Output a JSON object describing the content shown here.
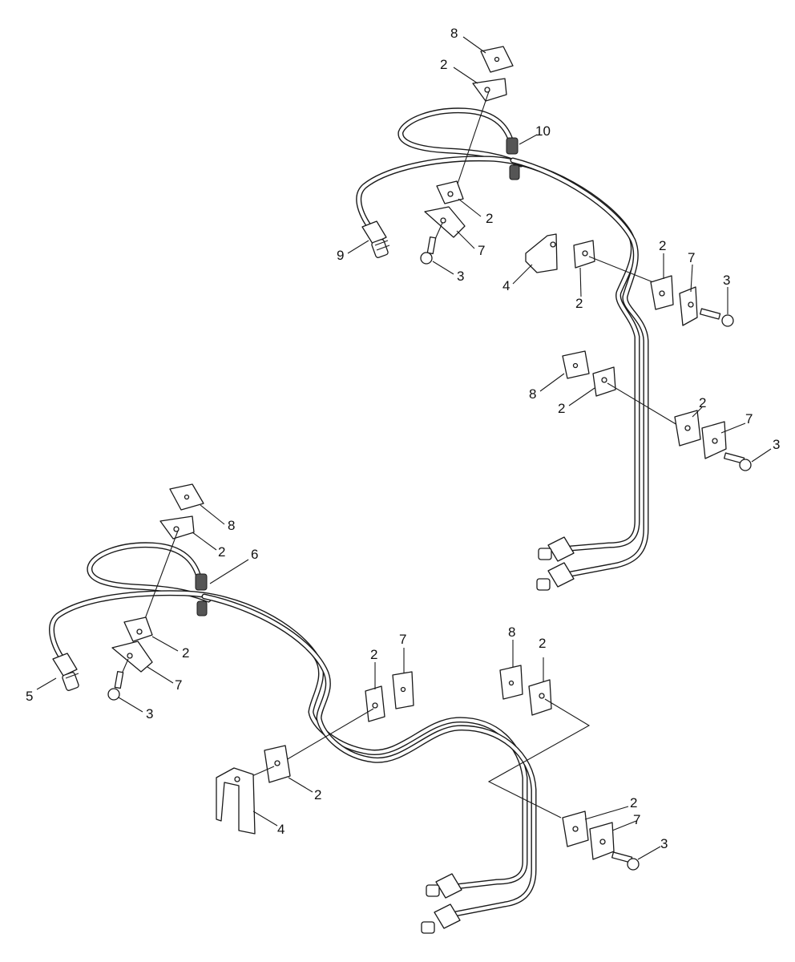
{
  "callouts": [
    {
      "id": "c-8-top",
      "label": "8"
    },
    {
      "id": "c-2-top",
      "label": "2"
    },
    {
      "id": "c-10",
      "label": "10"
    },
    {
      "id": "c-2-top-mid",
      "label": "2"
    },
    {
      "id": "c-7-top-mid",
      "label": "7"
    },
    {
      "id": "c-9",
      "label": "9"
    },
    {
      "id": "c-3-top-mid",
      "label": "3"
    },
    {
      "id": "c-4-top",
      "label": "4"
    },
    {
      "id": "c-2-top-clip",
      "label": "2"
    },
    {
      "id": "c-2-top-right",
      "label": "2"
    },
    {
      "id": "c-7-top-right",
      "label": "7"
    },
    {
      "id": "c-3-top-right",
      "label": "3"
    },
    {
      "id": "c-8-right-mid",
      "label": "8"
    },
    {
      "id": "c-2-right-mid",
      "label": "2"
    },
    {
      "id": "c-2-right-lower",
      "label": "2"
    },
    {
      "id": "c-7-right-lower",
      "label": "7"
    },
    {
      "id": "c-3-right-lower",
      "label": "3"
    },
    {
      "id": "c-8-bottom-top",
      "label": "8"
    },
    {
      "id": "c-2-bottom-top",
      "label": "2"
    },
    {
      "id": "c-6",
      "label": "6"
    },
    {
      "id": "c-2-bottom-left",
      "label": "2"
    },
    {
      "id": "c-5",
      "label": "5"
    },
    {
      "id": "c-7-bottom-left",
      "label": "7"
    },
    {
      "id": "c-3-bottom-left",
      "label": "3"
    },
    {
      "id": "c-2-bottom-mid",
      "label": "2"
    },
    {
      "id": "c-7-bottom-mid",
      "label": "7"
    },
    {
      "id": "c-8-bottom-right",
      "label": "8"
    },
    {
      "id": "c-2-bottom-right",
      "label": "2"
    },
    {
      "id": "c-2-bottom-clip",
      "label": "2"
    },
    {
      "id": "c-4-bottom",
      "label": "4"
    },
    {
      "id": "c-2-bottom-lower",
      "label": "2"
    },
    {
      "id": "c-7-bottom-lower",
      "label": "7"
    },
    {
      "id": "c-3-bottom-lower",
      "label": "3"
    }
  ]
}
